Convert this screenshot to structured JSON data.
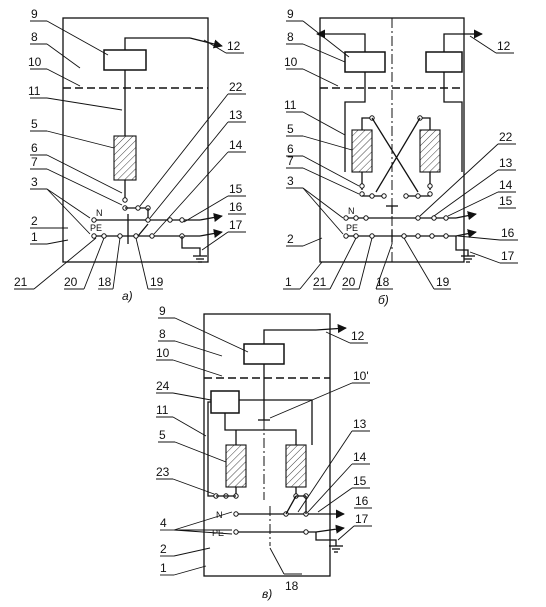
{
  "figure": {
    "panels": [
      {
        "id": "a",
        "caption": "а)",
        "labels_left": [
          "9",
          "8",
          "10",
          "11",
          "5",
          "6",
          "7",
          "3",
          "2",
          "1",
          "21"
        ],
        "labels_right": [
          "12",
          "22",
          "13",
          "14",
          "15",
          "16",
          "17"
        ],
        "labels_bottom": [
          "20",
          "18",
          "19"
        ],
        "bus_labels": [
          "N",
          "PE"
        ]
      },
      {
        "id": "b",
        "caption": "б)",
        "labels_left": [
          "9",
          "8",
          "10",
          "11",
          "5",
          "6",
          "7",
          "3",
          "2",
          "1"
        ],
        "labels_right": [
          "12",
          "22",
          "13",
          "14",
          "15",
          "16",
          "17"
        ],
        "labels_bottom": [
          "21",
          "20",
          "18",
          "19"
        ],
        "bus_labels": [
          "N",
          "PE"
        ]
      },
      {
        "id": "c",
        "caption": "в)",
        "labels_left": [
          "9",
          "8",
          "10",
          "24",
          "11",
          "5",
          "23",
          "4",
          "2",
          "1"
        ],
        "labels_right": [
          "12",
          "10'",
          "13",
          "14",
          "15",
          "16",
          "17"
        ],
        "labels_bottom": [
          "18"
        ],
        "bus_labels": [
          "N",
          "PE"
        ]
      }
    ]
  }
}
